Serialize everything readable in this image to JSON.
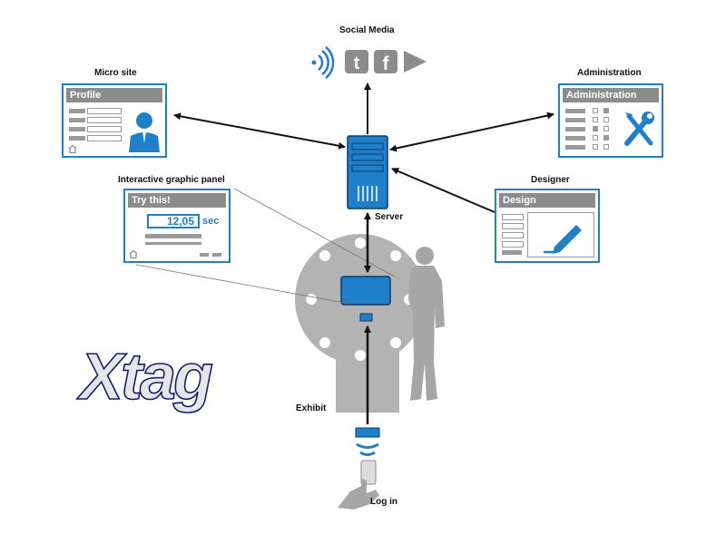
{
  "labels": {
    "social_media": "Social Media",
    "micro_site": "Micro site",
    "administration": "Administration",
    "interactive_panel": "Interactive graphic panel",
    "designer": "Designer",
    "server": "Server",
    "exhibit": "Exhibit",
    "log_in": "Log in"
  },
  "panels": {
    "profile_title": "Profile",
    "administration_title": "Administration",
    "design_title": "Design",
    "try_title": "Try this!",
    "try_value": "12,05",
    "try_unit": "sec"
  },
  "logo_text": "Xtag",
  "icons": [
    "wifi-icon",
    "twitter-icon",
    "facebook-icon",
    "play-icon",
    "person-icon",
    "tools-icon",
    "pencil-icon",
    "home-icon",
    "server-icon",
    "rfid-tag-icon",
    "hand-icon",
    "visitor-silhouette"
  ],
  "colors": {
    "accent": "#1f7fc9",
    "gray": "#9a9a9a",
    "dark": "#111111"
  }
}
